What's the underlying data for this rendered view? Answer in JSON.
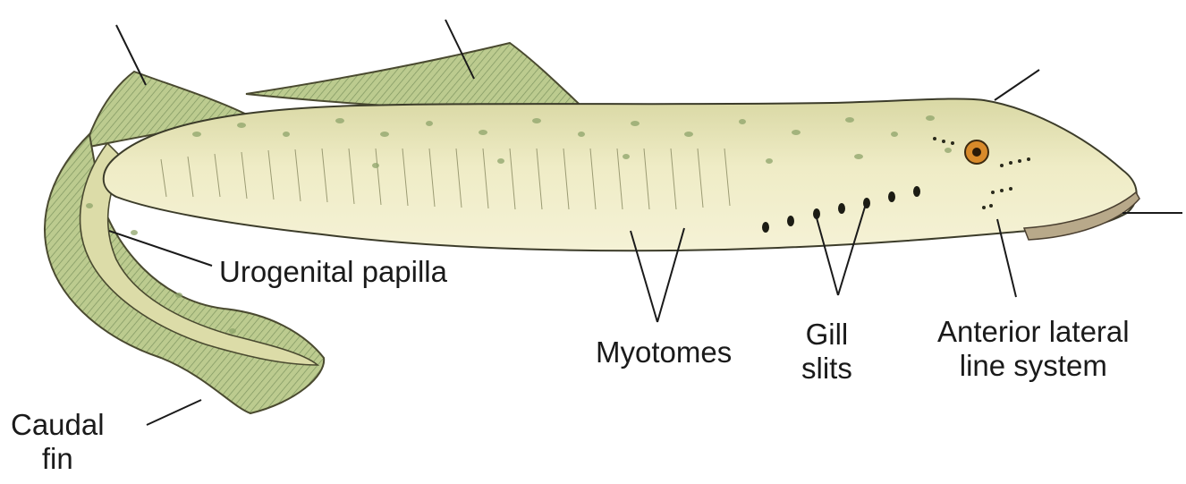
{
  "figure": {
    "labels": {
      "urogenital_papilla": "Urogenital papilla",
      "myotomes": "Myotomes",
      "gill_slits": [
        "Gill",
        "slits"
      ],
      "anterior_lateral_line": [
        "Anterior lateral",
        "line system"
      ],
      "caudal_fin": [
        "Caudal",
        "fin"
      ]
    },
    "colors": {
      "body": "#ece9bf",
      "body_shade": "#cfd09a",
      "fin": "#b9c98a",
      "spots": "#8ea46a",
      "outline": "#3c3c2a",
      "eye": "#d88a2a"
    }
  }
}
